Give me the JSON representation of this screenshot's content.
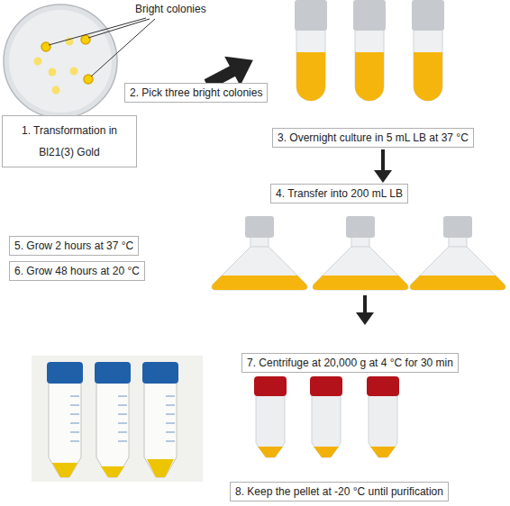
{
  "diagram": {
    "nodes": [
      {
        "text": [
          "1. Transformation in Bl21(3) Gold"
        ]
      },
      {
        "text": [
          "2. Pick three bright colonies"
        ]
      },
      {
        "text": [
          "3. Overnight culture in 5 mL LB at 37 °C"
        ]
      },
      {
        "text": [
          "4. Transfer into 200 mL LB"
        ]
      },
      {
        "text": [
          "5. Grow 2 hours at 37 °C"
        ]
      },
      {
        "text": [
          "6. Grow 48 hours at 20 °C"
        ]
      },
      {
        "text": [
          "7. Centrifuge at 20,000 g at 4 °C for 30 min"
        ]
      },
      {
        "text": [
          "8. Keep the pellet at -20 °C until purification"
        ]
      }
    ],
    "labels": [
      "Bright colonies"
    ]
  }
}
